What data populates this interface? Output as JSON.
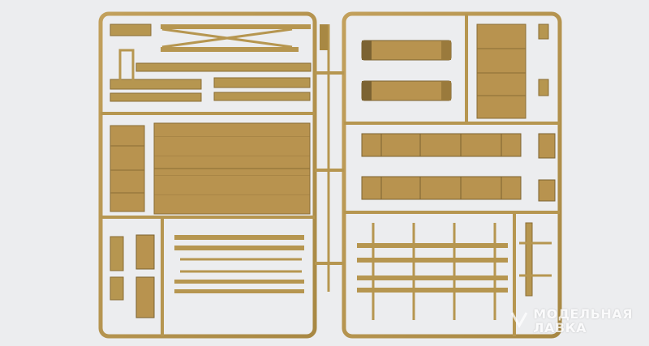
{
  "image": {
    "subject": "plastic-model-sprue-frame",
    "colors": {
      "background": "#ecedef",
      "plastic": "#b69650",
      "plastic_dark": "#7c6332",
      "plastic_light": "#cfb274",
      "panel": "#b8934f"
    }
  },
  "watermark": {
    "line1": "МОДЕЛЬНАЯ",
    "line2": "ЛАВКА",
    "icon": "store-logo-icon"
  }
}
